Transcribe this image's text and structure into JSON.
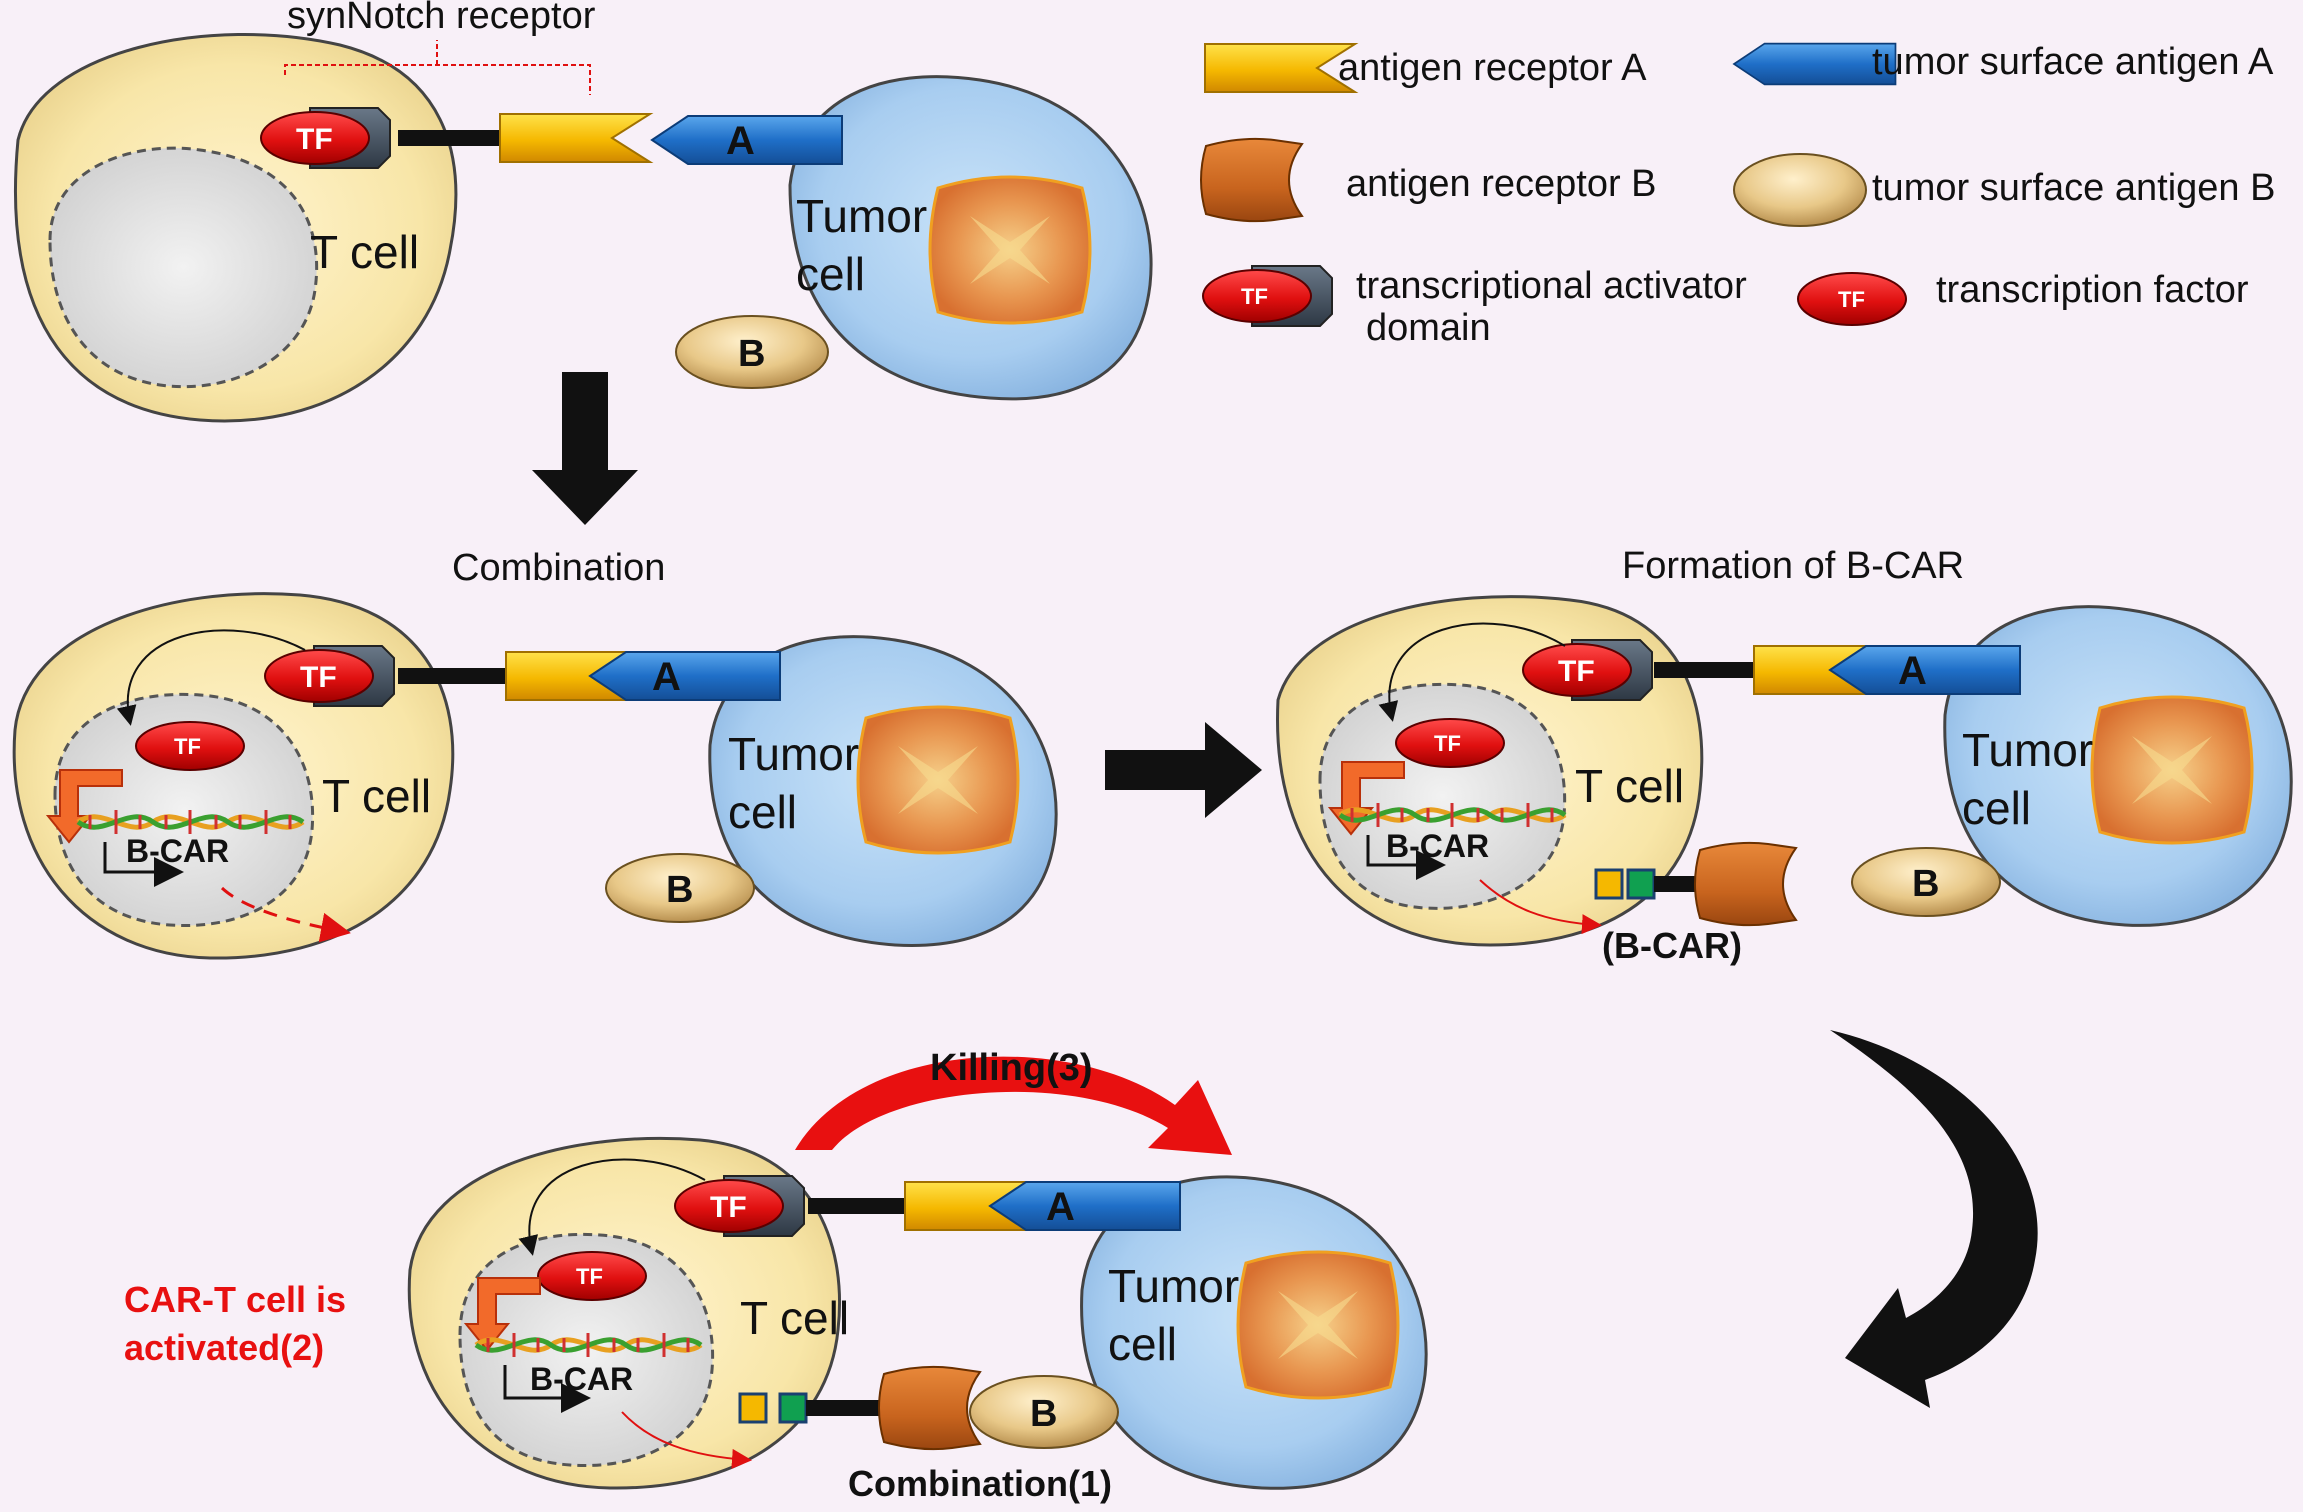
{
  "labels": {
    "synnotch_receptor": "synNotch receptor",
    "t_cell": "T cell",
    "tumor_line1": "Tumor",
    "tumor_line2": "cell",
    "antigen_a": "A",
    "antigen_b": "B",
    "tf": "TF",
    "b_car": "B-CAR",
    "b_car_paren": "(B-CAR)",
    "combination": "Combination",
    "formation": "Formation of B-CAR",
    "killing": "Killing(3)",
    "activated_line1": "CAR-T cell is",
    "activated_line2": "activated(2)",
    "combination1": "Combination(1)"
  },
  "legend": {
    "antigen_receptor_a": "antigen receptor A",
    "antigen_receptor_b": "antigen receptor B",
    "transcriptional_activator_line1": "transcriptional activator",
    "transcriptional_activator_line2": "domain",
    "tumor_surface_antigen_a": "tumor surface antigen A",
    "tumor_surface_antigen_b": "tumor surface antigen B",
    "transcription_factor": "transcription factor"
  },
  "colors": {
    "background": "#f8f0f8",
    "t_cell": "#f8e6a8",
    "tumor_cell": "#a8cdf0",
    "nucleus": "#dcdcdc",
    "tf_red": "#e01010",
    "antigen_a_blue": "#1f6fc8",
    "receptor_a_yellow": "#f5c000",
    "receptor_b_orange": "#c8641e",
    "antigen_b_tan": "#e8c888",
    "highlight_red": "#e81010"
  }
}
